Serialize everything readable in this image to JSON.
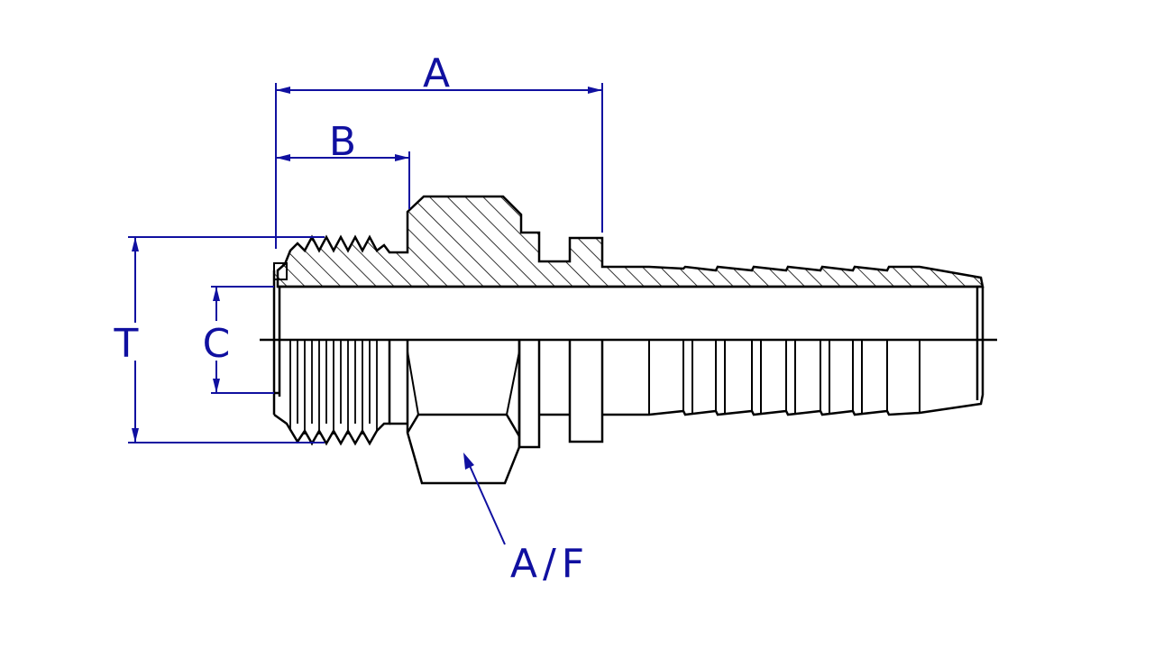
{
  "colors": {
    "dimension": "#1010a0",
    "object": "#000000",
    "background": "#ffffff"
  },
  "labels": {
    "overall_length": "A",
    "thread_length": "B",
    "bore": "C",
    "thread_diameter": "T",
    "hex_across_flats": "A/F"
  }
}
